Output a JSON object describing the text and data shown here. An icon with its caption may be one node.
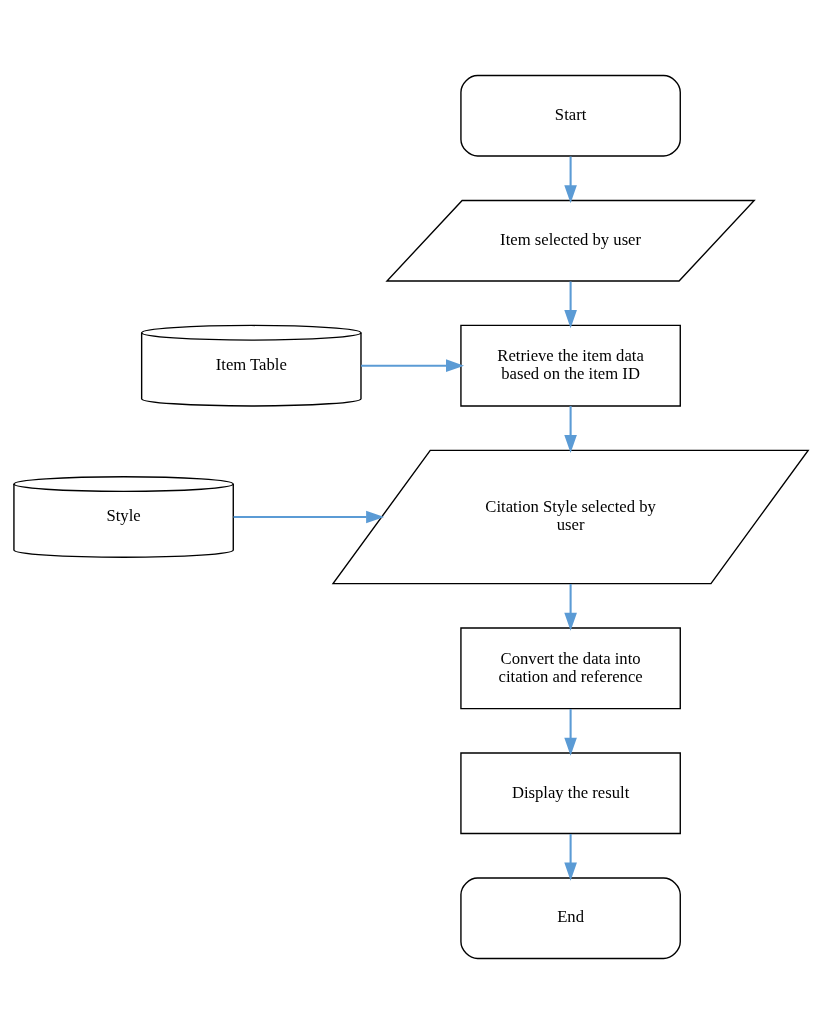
{
  "diagram": {
    "nodes": [
      {
        "text": [
          "Start"
        ]
      },
      {
        "text": [
          "Item selected by user"
        ]
      },
      {
        "text": [
          "Retrieve the item data based on the item ID"
        ]
      },
      {
        "text": [
          "Item Table"
        ]
      },
      {
        "text": [
          "Citation Style selected by user"
        ]
      },
      {
        "text": [
          "Style"
        ]
      },
      {
        "text": [
          "Convert the data into citation and reference"
        ]
      },
      {
        "text": [
          "Display the result"
        ]
      },
      {
        "text": [
          "End"
        ]
      }
    ],
    "edges": [
      {
        "from": 0,
        "to": 1,
        "arrow": "to"
      },
      {
        "from": 1,
        "to": 2,
        "arrow": "to"
      },
      {
        "from": 3,
        "to": 2,
        "arrow": "to"
      },
      {
        "from": 2,
        "to": 4,
        "arrow": "to"
      },
      {
        "from": 5,
        "to": 4,
        "arrow": "to"
      },
      {
        "from": 4,
        "to": 6,
        "arrow": "to"
      },
      {
        "from": 6,
        "to": 7,
        "arrow": "to"
      },
      {
        "from": 7,
        "to": 8,
        "arrow": "to"
      }
    ]
  }
}
